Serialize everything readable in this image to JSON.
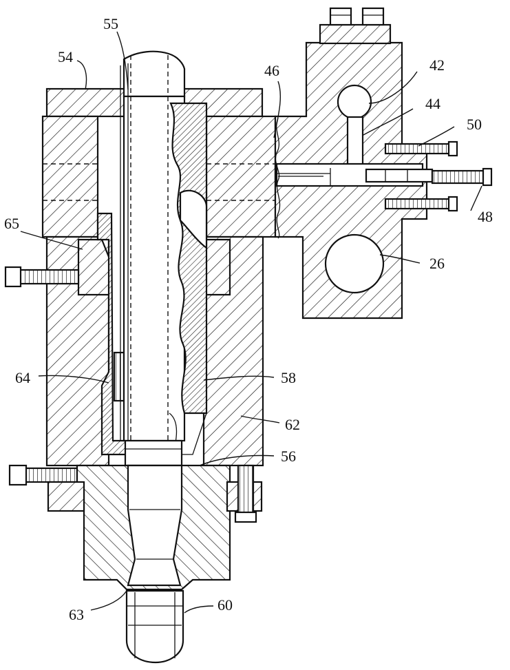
{
  "figure": {
    "labels": {
      "l55": "55",
      "l54": "54",
      "l46": "46",
      "l42": "42",
      "l44": "44",
      "l50": "50",
      "l48": "48",
      "l65": "65",
      "l26": "26",
      "l64": "64",
      "l58": "58",
      "l62": "62",
      "l56": "56",
      "l63": "63",
      "l60": "60"
    },
    "colors": {
      "line": "#111111",
      "background": "#ffffff"
    }
  }
}
